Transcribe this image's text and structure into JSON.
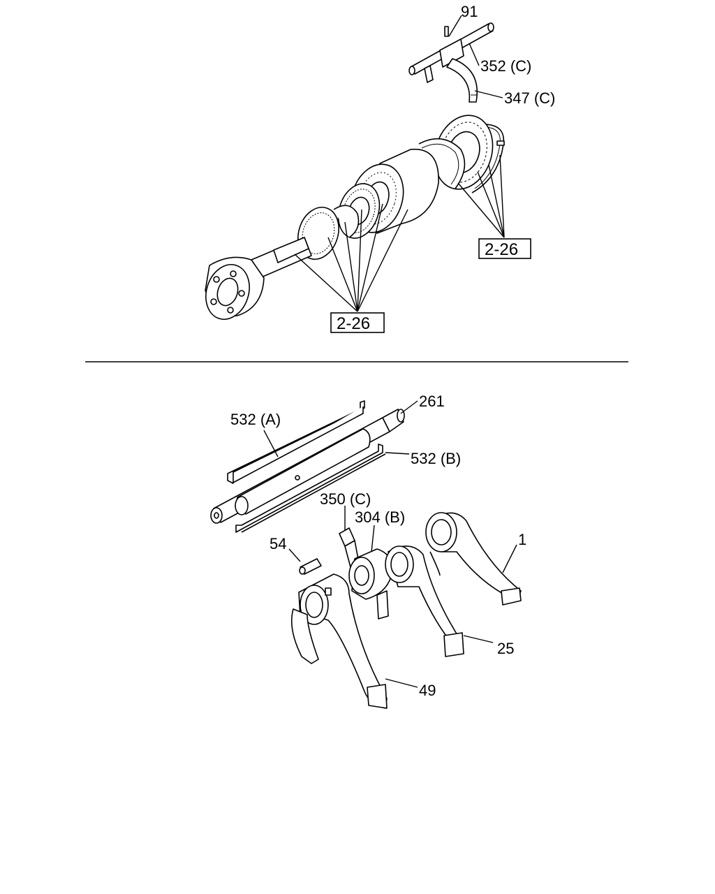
{
  "upper_assembly": {
    "callouts": {
      "c91": "91",
      "c352c": "352 (C)",
      "c347c": "347 (C)"
    },
    "refs": {
      "ref_right": "2-26",
      "ref_bottom": "2-26"
    }
  },
  "lower_assembly": {
    "callouts": {
      "c261": "261",
      "c532a": "532 (A)",
      "c532b": "532 (B)",
      "c350c": "350 (C)",
      "c304b": "304 (B)",
      "c54": "54",
      "c1": "1",
      "c25": "25",
      "c49": "49"
    }
  }
}
